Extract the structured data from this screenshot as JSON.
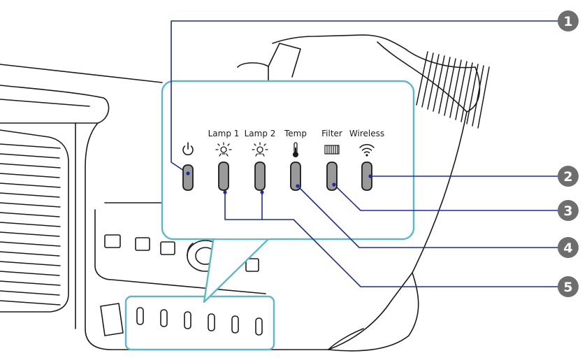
{
  "indicators": [
    {
      "label": "",
      "icon": "power-icon"
    },
    {
      "label": "Lamp 1",
      "icon": "lamp-icon"
    },
    {
      "label": "Lamp 2",
      "icon": "lamp-icon"
    },
    {
      "label": "Temp",
      "icon": "thermometer-icon"
    },
    {
      "label": "Filter",
      "icon": "filter-icon"
    },
    {
      "label": "Wireless",
      "icon": "wireless-icon"
    }
  ],
  "callouts": [
    {
      "number": "1"
    },
    {
      "number": "2"
    },
    {
      "number": "3"
    },
    {
      "number": "4"
    },
    {
      "number": "5"
    }
  ],
  "colors": {
    "panel_stroke": "#5bb8c4",
    "leader_line": "#1f2aa0",
    "callout_fill": "#6e6e6e",
    "outline": "#1a1a1a",
    "indicator_fill": "#9a9a9a"
  }
}
